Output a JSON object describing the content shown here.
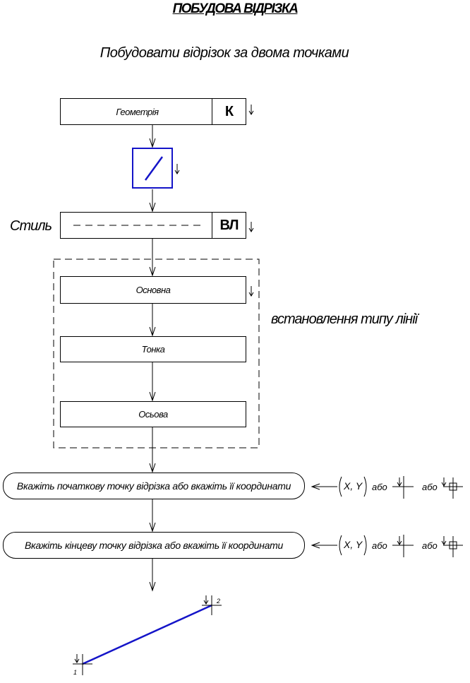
{
  "title": "ПОБУДОВА ВІДРІЗКА",
  "subtitle": "Побудовати відрізок за двома точками",
  "geometry_block": {
    "label": "Геометрія",
    "key": "К"
  },
  "line_tool_icon": "segment-tool-icon",
  "style_block": {
    "side_label": "Стиль",
    "key": "ВЛ"
  },
  "line_types": {
    "caption": "встановлення типу лінії",
    "items": [
      "Основна",
      "Тонка",
      "Осьова"
    ]
  },
  "prompts": [
    {
      "text": "Вкажіть початкову точку відрізка або вкажіть  її  координати",
      "coords": "X, Y",
      "or1": "або",
      "or2": "або"
    },
    {
      "text": "Вкажіть кінцеву точку відрізка або вкажіть  її  координати",
      "coords": "X, Y",
      "or1": "або",
      "or2": "або"
    }
  ],
  "points": {
    "p1": "1",
    "p2": "2"
  },
  "colors": {
    "accent": "#1414c8",
    "line": "#000000"
  }
}
